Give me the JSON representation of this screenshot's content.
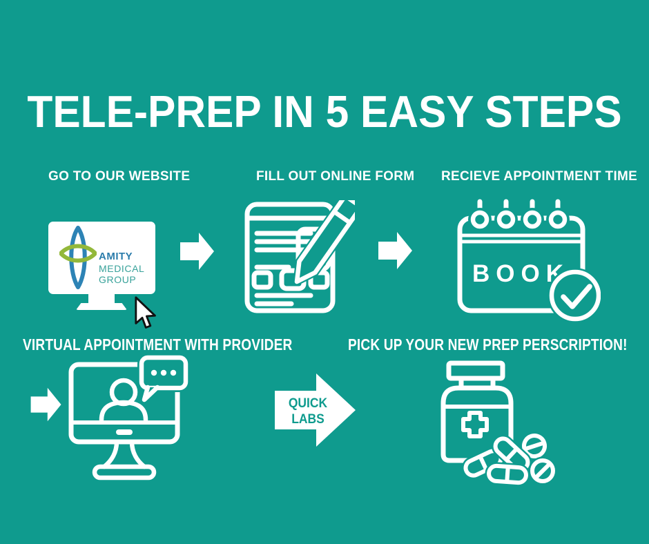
{
  "title": "TELE-PREP IN 5 EASY STEPS",
  "steps": [
    {
      "label": "GO TO OUR WEBSITE",
      "icon": "website-monitor"
    },
    {
      "label": "FILL OUT ONLINE FORM",
      "icon": "online-form"
    },
    {
      "label": "RECIEVE APPOINTMENT TIME",
      "icon": "calendar-book",
      "calendar_text": "BOOK"
    },
    {
      "label": "VIRTUAL APPOINTMENT WITH PROVIDER",
      "icon": "video-call-monitor"
    },
    {
      "label": "PICK UP YOUR NEW PREP PERSCRIPTION!",
      "icon": "pill-bottle"
    }
  ],
  "website_logo": {
    "name": "AMITY",
    "line2": "MEDICAL",
    "line3": "GROUP"
  },
  "quick_labs": {
    "line1": "QUICK",
    "line2": "LABS"
  },
  "colors": {
    "background": "#0f9b8e",
    "foreground": "#ffffff",
    "logo_text_blue": "#2b7cab",
    "logo_text_teal": "#38a29a",
    "logo_mark_blue": "#2d83b5",
    "logo_mark_green": "#93b83a",
    "quick_labs_text": "#0f9b8e",
    "cursor_outline": "#111111"
  }
}
